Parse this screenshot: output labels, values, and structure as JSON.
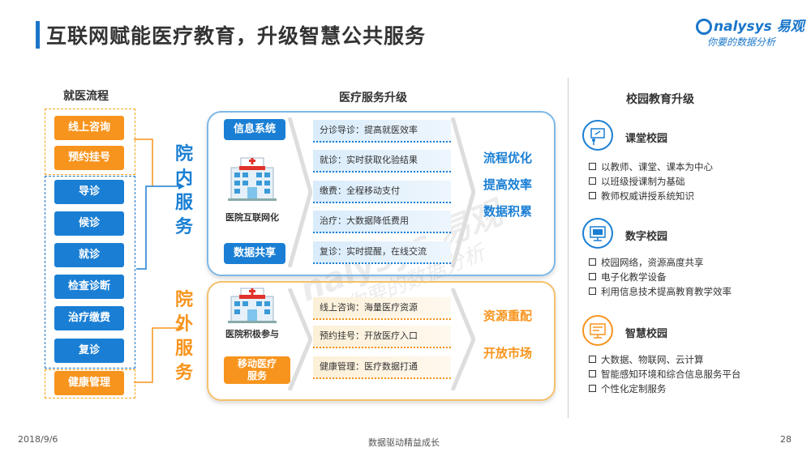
{
  "header": {
    "title": "互联网赋能医疗教育，升级智慧公共服务",
    "logo_brand": "nalysys",
    "logo_brand_cn": "易观",
    "logo_slogan": "你要的数据分析"
  },
  "flow": {
    "heading": "就医流程",
    "top_items": [
      "线上咨询",
      "预约挂号"
    ],
    "mid_items": [
      "导诊",
      "候诊",
      "就诊",
      "检查诊断",
      "治疗缴费",
      "复诊"
    ],
    "bottom_item": "健康管理",
    "inner_label": "院内服务",
    "outer_label": "院外服务"
  },
  "upgrade": {
    "heading": "医疗服务升级",
    "inner": {
      "chip_top": "信息系统",
      "hospital_label": "医院互联网化",
      "chip_bottom": "数据共享",
      "items": [
        "分诊导诊：提高就医效率",
        "就诊：实时获取化验结果",
        "缴费：全程移动支付",
        "治疗：大数据降低费用",
        "复诊：实时提醒，在线交流"
      ],
      "results": [
        "流程优化",
        "提高效率",
        "数据积累"
      ]
    },
    "outer": {
      "hospital_label": "医院积极参与",
      "chip": "移动医疗服务",
      "items": [
        "线上咨询：海量医疗资源",
        "预约挂号：开放医疗入口",
        "健康管理：医疗数据打通"
      ],
      "results": [
        "资源重配",
        "开放市场"
      ]
    }
  },
  "campus": {
    "heading": "校园教育升级",
    "sections": [
      {
        "title": "课堂校园",
        "icon": "classroom-icon",
        "bullets": [
          "以教师、课堂、课本为中心",
          "以班级授课制为基础",
          "教师权威讲授系统知识"
        ]
      },
      {
        "title": "数字校园",
        "icon": "monitor-icon",
        "bullets": [
          "校园网络，资源高度共享",
          "电子化教学设备",
          "利用信息技术提高教育教学效率"
        ]
      },
      {
        "title": "智慧校园",
        "icon": "screen-icon",
        "bullets": [
          "大数据、物联网、云计算",
          "智能感知环境和综合信息服务平台",
          "个性化定制服务"
        ]
      }
    ]
  },
  "footer": {
    "date": "2018/9/6",
    "center": "数据驱动精益成长",
    "page": "28"
  },
  "watermark": {
    "brand": "nalysys 易观",
    "slogan": "你要的数据分析"
  },
  "colors": {
    "blue": "#1a7fd4",
    "orange": "#f7941d"
  }
}
